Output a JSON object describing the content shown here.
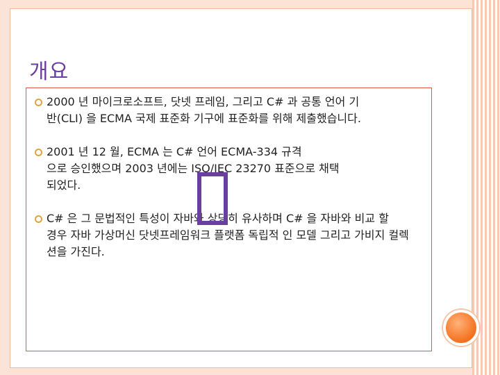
{
  "slide": {
    "title": "개요",
    "bullets": [
      {
        "lines": [
          "2000 년 마이크로소프트, 닷넷 프레임, 그리고 C# 과 공통 언어 기",
          "반(CLI) 을 ECMA 국제 표준화 기구에 표준화를 위해 제출했습니다."
        ]
      },
      {
        "lines": [
          "2001 년 12 월, ECMA 는 C# 언어 ECMA-334 규격",
          "으로 승인했으며 2003 년에는 ISO/IEC 23270 표준으로 채택",
          "되었다."
        ]
      },
      {
        "lines": [
          "C# 은 그 문법적인 특성이 자바와 상당히 유사하며 C# 을 자바와 비교 할",
          "경우 자바 가상머신 닷넷프레임워크 플랫폼 독립적 인 모델 그리고 가비지 컬렉",
          "션을 가진다."
        ]
      }
    ]
  },
  "colors": {
    "title": "#6b3fa0",
    "accent_red": "#e05a47",
    "accent_orange": "#f3701d",
    "bullet": "#e2a43b",
    "frame": "#f6c9b6"
  },
  "icons": {
    "bullet": "ring-bullet-icon",
    "corner_dot": "orange-circle-icon",
    "overlay": "missing-glyph-icon"
  }
}
